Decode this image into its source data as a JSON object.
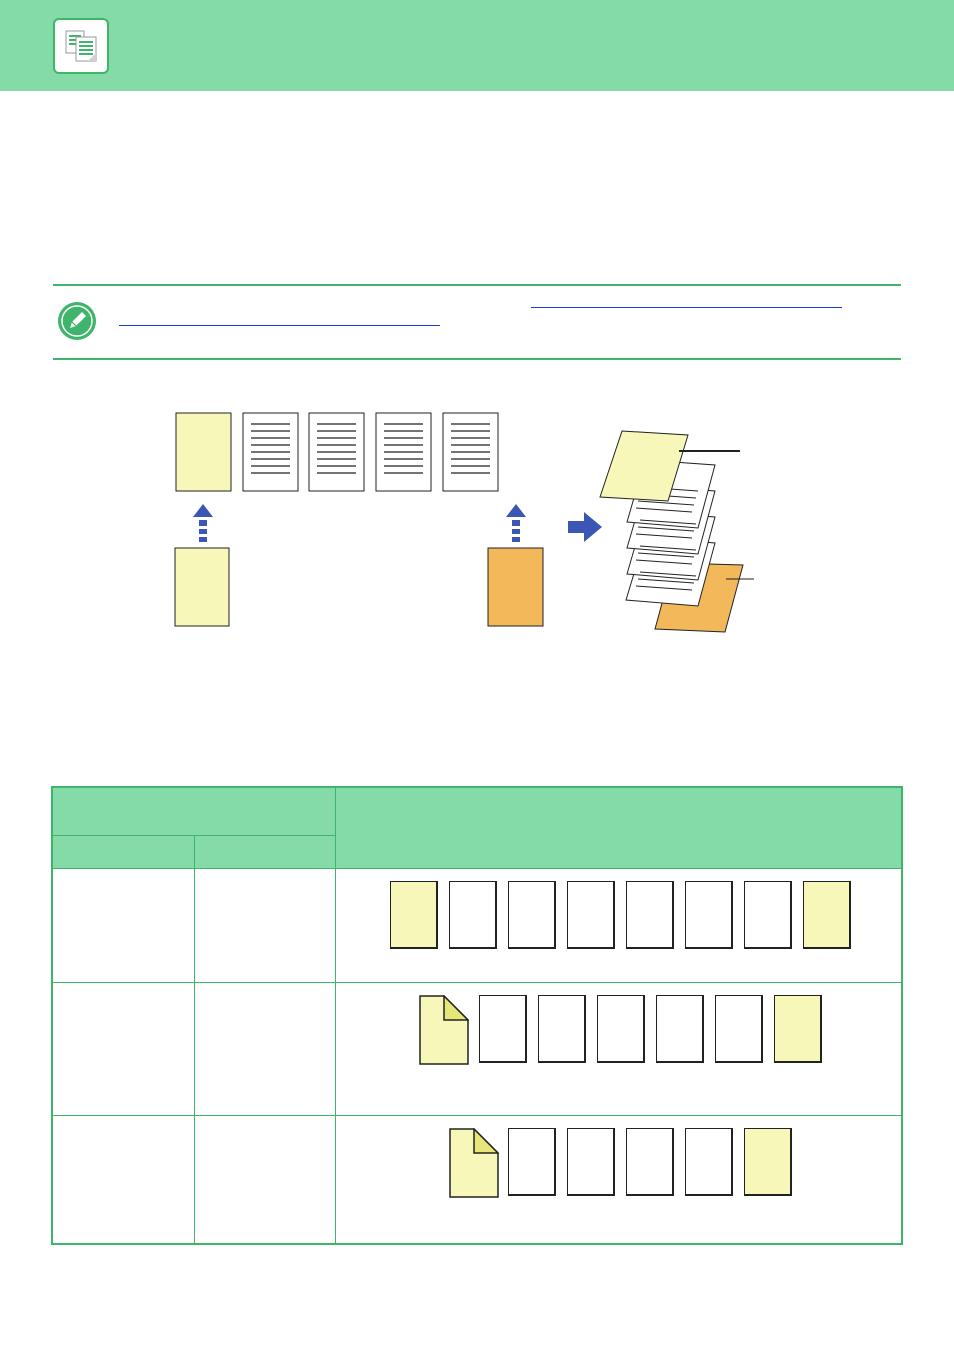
{
  "colors": {
    "header": "#85dba7",
    "accent": "#3eb56b",
    "link": "#1a3fd6",
    "cover_yellow": "#f7f7ba",
    "back_orange": "#f2b85a",
    "arrow_blue": "#3b56b5"
  },
  "icons": {
    "app": "copy-document-icon",
    "note": "pencil-note-icon"
  },
  "diagram": {
    "front_cover": "yellow",
    "back_cover": "orange",
    "body_pages": 4
  },
  "table": {
    "rows": [
      {
        "pages": [
          "yellow",
          "white",
          "white",
          "white",
          "white",
          "white",
          "white",
          "yellow"
        ],
        "first_folded": false
      },
      {
        "pages": [
          "yellow",
          "white",
          "white",
          "white",
          "white",
          "white",
          "yellow"
        ],
        "first_folded": true
      },
      {
        "pages": [
          "yellow",
          "white",
          "white",
          "white",
          "white",
          "yellow"
        ],
        "first_folded": true
      }
    ]
  }
}
